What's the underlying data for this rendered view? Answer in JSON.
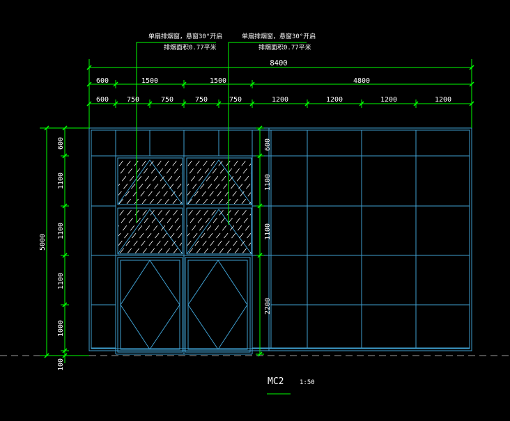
{
  "drawing": {
    "title": "MC2",
    "scale": "1:50"
  },
  "notes": [
    {
      "line1": "单扇排烟窗，悬窗30°开启",
      "line2": "排烟面积0.77平米"
    },
    {
      "line1": "单扇排烟窗，悬窗30°开启",
      "line2": "排烟面积0.77平米"
    }
  ],
  "dims": {
    "overall_width": "8400",
    "row2": [
      "600",
      "1500",
      "1500",
      "4800"
    ],
    "row3": [
      "600",
      "750",
      "750",
      "750",
      "750",
      "1200",
      "1200",
      "1200",
      "1200"
    ],
    "overall_height": "5000",
    "left_heights": [
      "600",
      "1100",
      "1100",
      "1100",
      "1000"
    ],
    "bottom_offset": "100",
    "inner_heights": [
      "600",
      "1100",
      "1100",
      "2200"
    ]
  },
  "colors": {
    "dimension": "#00ff00",
    "frame": "#3f9fd0",
    "text": "#ffffff",
    "hatch": "#ffffff",
    "ground": "#9a9a9a",
    "background": "#000000"
  }
}
